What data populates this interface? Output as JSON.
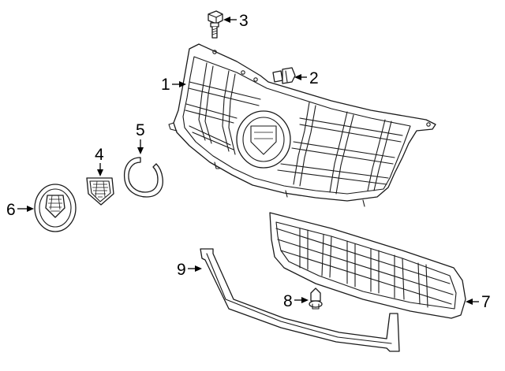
{
  "callouts": [
    {
      "id": "1",
      "part": "grille"
    },
    {
      "id": "2",
      "part": "bolt"
    },
    {
      "id": "3",
      "part": "bolt"
    },
    {
      "id": "4",
      "part": "emblem"
    },
    {
      "id": "5",
      "part": "ring"
    },
    {
      "id": "6",
      "part": "emblem"
    },
    {
      "id": "7",
      "part": "lower-grille"
    },
    {
      "id": "8",
      "part": "clip"
    },
    {
      "id": "9",
      "part": "molding"
    }
  ],
  "colors": {
    "line": "#1a1a1a",
    "background": "#ffffff"
  }
}
